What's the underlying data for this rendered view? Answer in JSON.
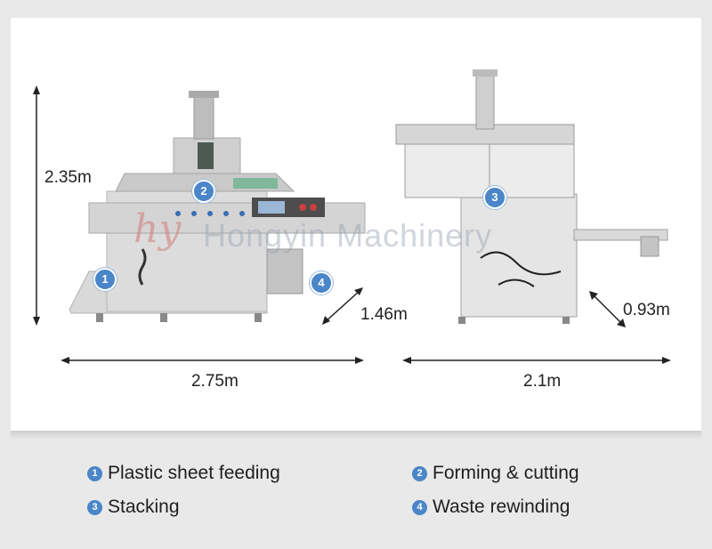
{
  "dimensions": {
    "left_height": "2.35m",
    "left_depth": "1.46m",
    "left_width": "2.75m",
    "right_depth": "0.93m",
    "right_width": "2.1m"
  },
  "badges": [
    "1",
    "2",
    "3",
    "4"
  ],
  "watermark": {
    "logo": "hy",
    "text": "Hongyin Machinery"
  },
  "legend": [
    {
      "num": "1",
      "label": "Plastic sheet feeding"
    },
    {
      "num": "2",
      "label": "Forming & cutting"
    },
    {
      "num": "3",
      "label": "Stacking"
    },
    {
      "num": "4",
      "label": "Waste rewinding"
    }
  ],
  "colors": {
    "accent": "#4a86c8",
    "background": "#e9e9e9",
    "panel": "#ffffff"
  }
}
